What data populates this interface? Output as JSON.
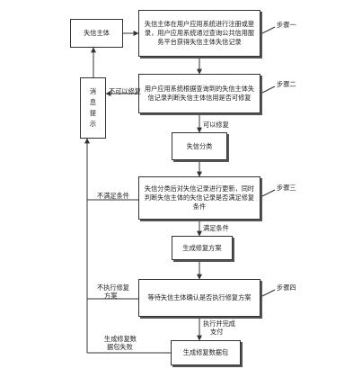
{
  "nodes": {
    "subject": "失信主体",
    "step1": "失信主体在用户应用系统进行注册或登录，用户应用系统通过查询公共信用服务平台获得失信主体失信记录",
    "step2": "用户应用系统根据查询到的失信主体失信记录判断失信主体信用是否可修复",
    "classify": "失信分类",
    "step3": "失信分类后对失信记录进行更新，同时判断失信主体的失信记录是否满足修复条件",
    "plan": "生成修复方案",
    "step4": "等待失信主体确认是否执行修复方案",
    "package": "生成修复数据包",
    "message": "消息提示"
  },
  "steps": {
    "s1": "步骤一",
    "s2": "步骤二",
    "s3": "步骤三",
    "s4": "步骤四"
  },
  "edges": {
    "not_repairable": "不可以修复",
    "repairable": "可以修复",
    "not_met": "不满足条件",
    "met": "满足条件",
    "no_execute_1": "不执行修复",
    "no_execute_2": "方案",
    "execute_1": "执行并完成",
    "execute_2": "支付",
    "fail_1": "生成修复数",
    "fail_2": "据包失败"
  }
}
